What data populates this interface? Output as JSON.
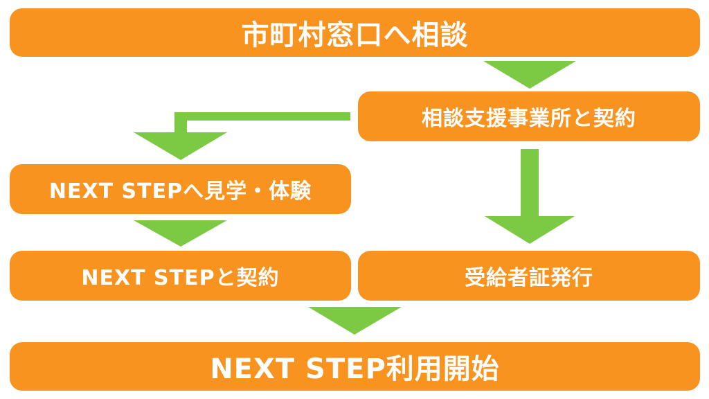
{
  "colors": {
    "box": "#F7931E",
    "arrow": "#7CC943",
    "text": "#FFFFFF"
  },
  "steps": {
    "s1": "市町村窓口へ相談",
    "s2": "相談支援事業所と契約",
    "s3": "NEXT STEPへ見学・体験",
    "s4": "NEXT STEPと契約",
    "s5": "受給者証発行",
    "s6": "NEXT STEP利用開始"
  }
}
